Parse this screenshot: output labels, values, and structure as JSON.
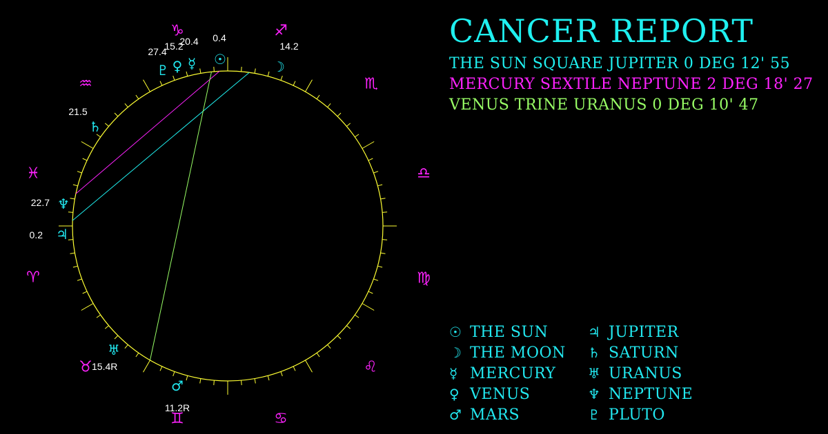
{
  "title": "CANCER REPORT",
  "colors": {
    "background": "#000000",
    "title": "#1ff0f0",
    "wheel": "#ffff33",
    "sign_glyphs": "#ff22ff",
    "planet_glyphs": "#22e8f0",
    "degree_labels": "#ffffff",
    "aspect_square": "#22e8f0",
    "aspect_sextile": "#ff22ff",
    "aspect_trine": "#99ff66"
  },
  "aspects": [
    {
      "text": "THE SUN SQUARE JUPITER 0 DEG 12' 55",
      "color": "#1ff0f0",
      "type": "square",
      "from": "sun",
      "to": "jupiter"
    },
    {
      "text": "MERCURY SEXTILE NEPTUNE 2 DEG 18' 27",
      "color": "#ff22ff",
      "type": "sextile",
      "from": "mercury",
      "to": "neptune"
    },
    {
      "text": "VENUS TRINE URANUS 0 DEG 10' 47",
      "color": "#99ff66",
      "type": "trine",
      "from": "venus",
      "to": "uranus"
    }
  ],
  "signs": [
    {
      "name": "capricorn",
      "glyph": "♑"
    },
    {
      "name": "sagittarius",
      "glyph": "♐"
    },
    {
      "name": "scorpio",
      "glyph": "♏"
    },
    {
      "name": "libra",
      "glyph": "♎"
    },
    {
      "name": "virgo",
      "glyph": "♍"
    },
    {
      "name": "leo",
      "glyph": "♌"
    },
    {
      "name": "cancer",
      "glyph": "♋"
    },
    {
      "name": "gemini",
      "glyph": "♊"
    },
    {
      "name": "taurus",
      "glyph": "♉"
    },
    {
      "name": "aries",
      "glyph": "♈"
    },
    {
      "name": "pisces",
      "glyph": "♓"
    },
    {
      "name": "aquarius",
      "glyph": "♒"
    }
  ],
  "planets": [
    {
      "key": "sun",
      "glyph": "☉",
      "degree": "0.4"
    },
    {
      "key": "moon",
      "glyph": "☽",
      "degree": "14.2"
    },
    {
      "key": "mercury",
      "glyph": "☿",
      "degree": "20.4"
    },
    {
      "key": "venus",
      "glyph": "♀",
      "degree": "15.2"
    },
    {
      "key": "pluto",
      "glyph": "♇",
      "degree": "27.4"
    },
    {
      "key": "saturn",
      "glyph": "♄",
      "degree": "21.5"
    },
    {
      "key": "neptune",
      "glyph": "♆",
      "degree": "22.7"
    },
    {
      "key": "jupiter",
      "glyph": "♃",
      "degree": "0.2"
    },
    {
      "key": "uranus",
      "glyph": "♅",
      "degree": "15.4R"
    },
    {
      "key": "mars",
      "glyph": "♂",
      "degree": "11.2R"
    }
  ],
  "legend": [
    {
      "glyph": "☉",
      "label": "THE SUN"
    },
    {
      "glyph": "☽",
      "label": "THE MOON"
    },
    {
      "glyph": "☿",
      "label": "MERCURY"
    },
    {
      "glyph": "♀",
      "label": "VENUS"
    },
    {
      "glyph": "♂",
      "label": "MARS"
    },
    {
      "glyph": "♃",
      "label": "JUPITER"
    },
    {
      "glyph": "♄",
      "label": "SATURN"
    },
    {
      "glyph": "♅",
      "label": "URANUS"
    },
    {
      "glyph": "♆",
      "label": "NEPTUNE"
    },
    {
      "glyph": "♇",
      "label": "PLUTO"
    }
  ]
}
